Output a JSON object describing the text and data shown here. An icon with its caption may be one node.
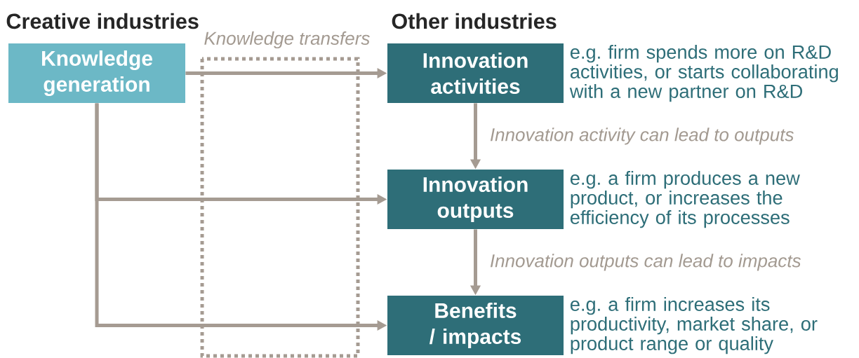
{
  "diagram": {
    "nodes": [
      {
        "text": [
          "Knowledge generation"
        ]
      },
      {
        "text": [
          "Innovation activities"
        ],
        "beside": [
          "e.g. firm spends more on R&D activities, or starts collaborating with a new partner on R&D"
        ]
      },
      {
        "text": [
          "Innovation outputs"
        ],
        "beside": [
          "e.g. a firm produces a new product, or increases the efficiency of its processes"
        ]
      },
      {
        "text": [
          "Benefits / impacts"
        ],
        "beside": [
          "e.g. a firm increases its productivity, market share, or product range or quality"
        ]
      }
    ],
    "edges": [
      {
        "from": 0,
        "to": 1,
        "arrow": "to"
      },
      {
        "from": 0,
        "to": 2,
        "arrow": "to"
      },
      {
        "from": 0,
        "to": 3,
        "arrow": "to"
      },
      {
        "from": 1,
        "to": 2,
        "arrow": "to",
        "label": "Innovation activity can lead to outputs"
      },
      {
        "from": 2,
        "to": 3,
        "arrow": "to",
        "label": "Innovation outputs can lead to impacts"
      }
    ],
    "labels": [
      "Creative industries",
      "Knowledge transfers",
      "Other industries"
    ]
  }
}
